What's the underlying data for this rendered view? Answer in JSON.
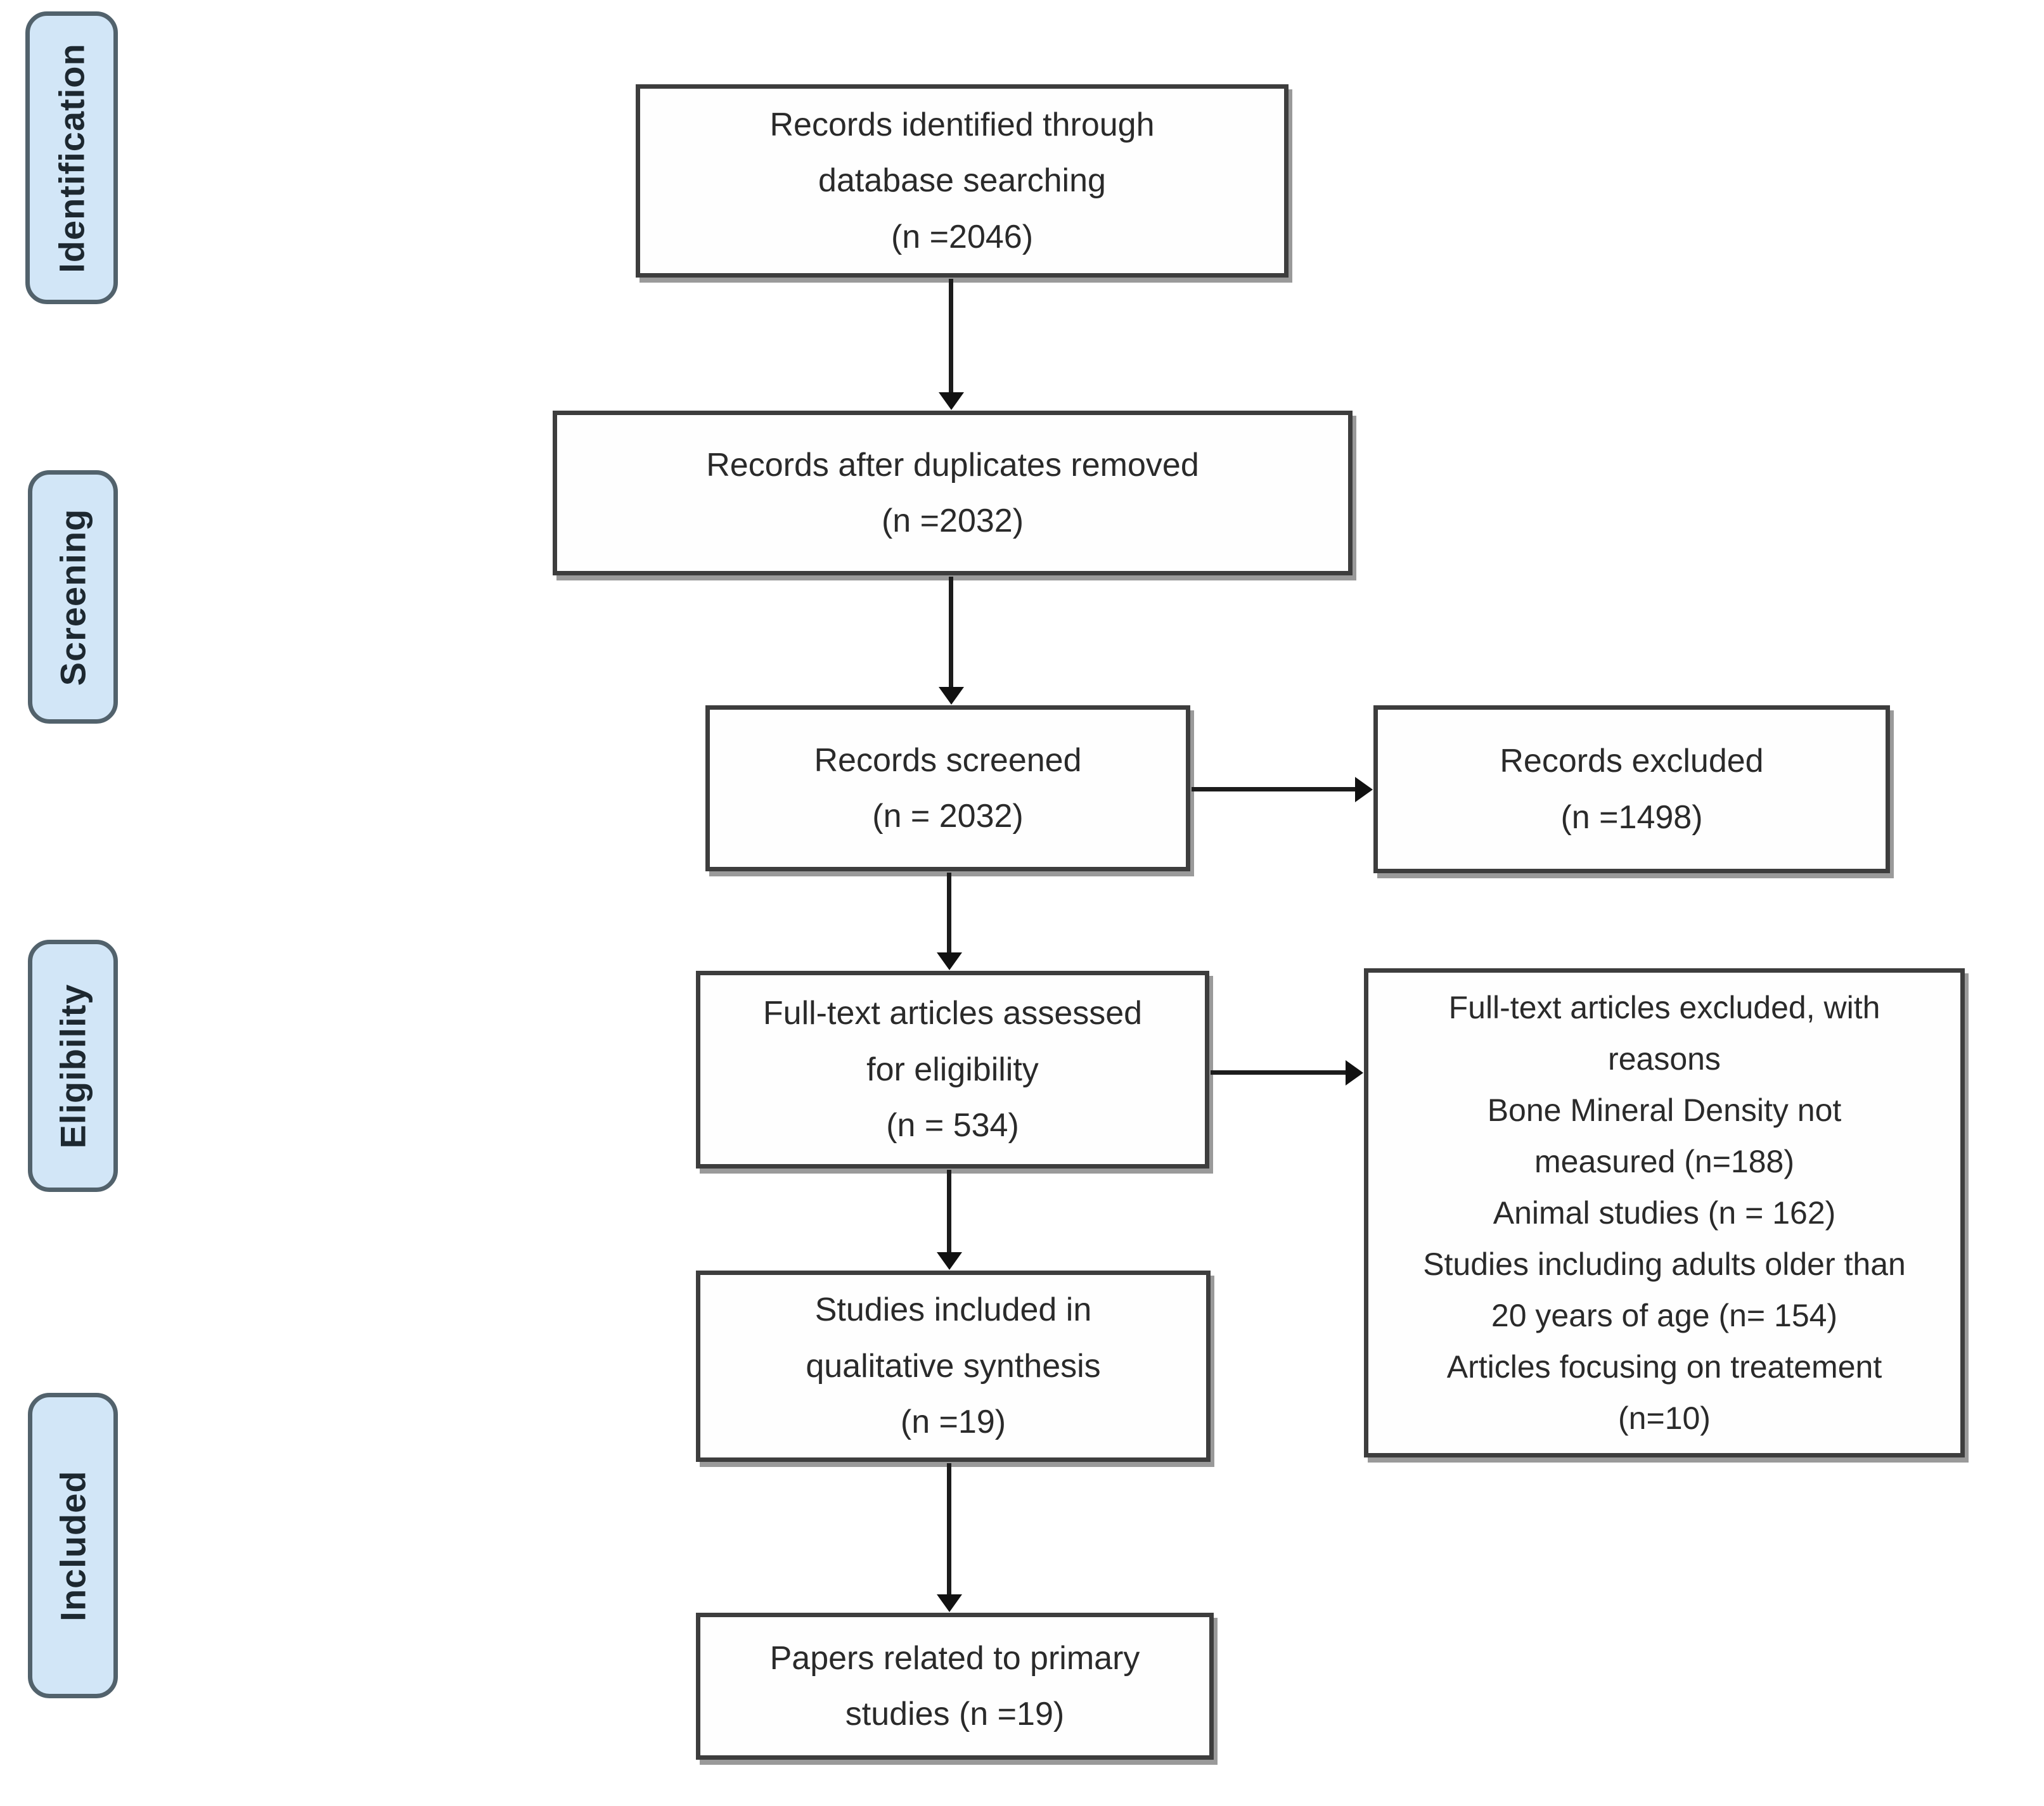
{
  "diagram": {
    "stages": [
      {
        "label": "Identification"
      },
      {
        "label": "Screening"
      },
      {
        "label": "Eligibility"
      },
      {
        "label": "Included"
      }
    ],
    "boxes": {
      "identified": "Records identified through\ndatabase searching\n(n =2046)",
      "after_duplicates": "Records after duplicates removed\n(n =2032)",
      "screened": "Records screened\n(n = 2032)",
      "records_excluded": "Records excluded\n(n =1498)",
      "fulltext_assessed": "Full-text articles assessed\nfor eligibility\n(n = 534)",
      "fulltext_excluded": "Full-text articles excluded, with\nreasons\nBone Mineral Density not\nmeasured (n=188)\nAnimal studies (n = 162)\nStudies including adults older than\n20 years of age (n= 154)\nArticles focusing on treatement\n(n=10)",
      "qualitative_synthesis": "Studies included in\nqualitative synthesis\n(n =19)",
      "primary_papers": "Papers related to primary\nstudies (n =19)"
    },
    "colors": {
      "stage_fill": "#d2e6f7",
      "stage_border": "#52626c",
      "box_fill": "#fefefe",
      "box_border": "#3d3d3d",
      "box_shadow": "#9a9a9a",
      "arrow": "#1c1c1c",
      "text": "#2a2a2a"
    }
  }
}
